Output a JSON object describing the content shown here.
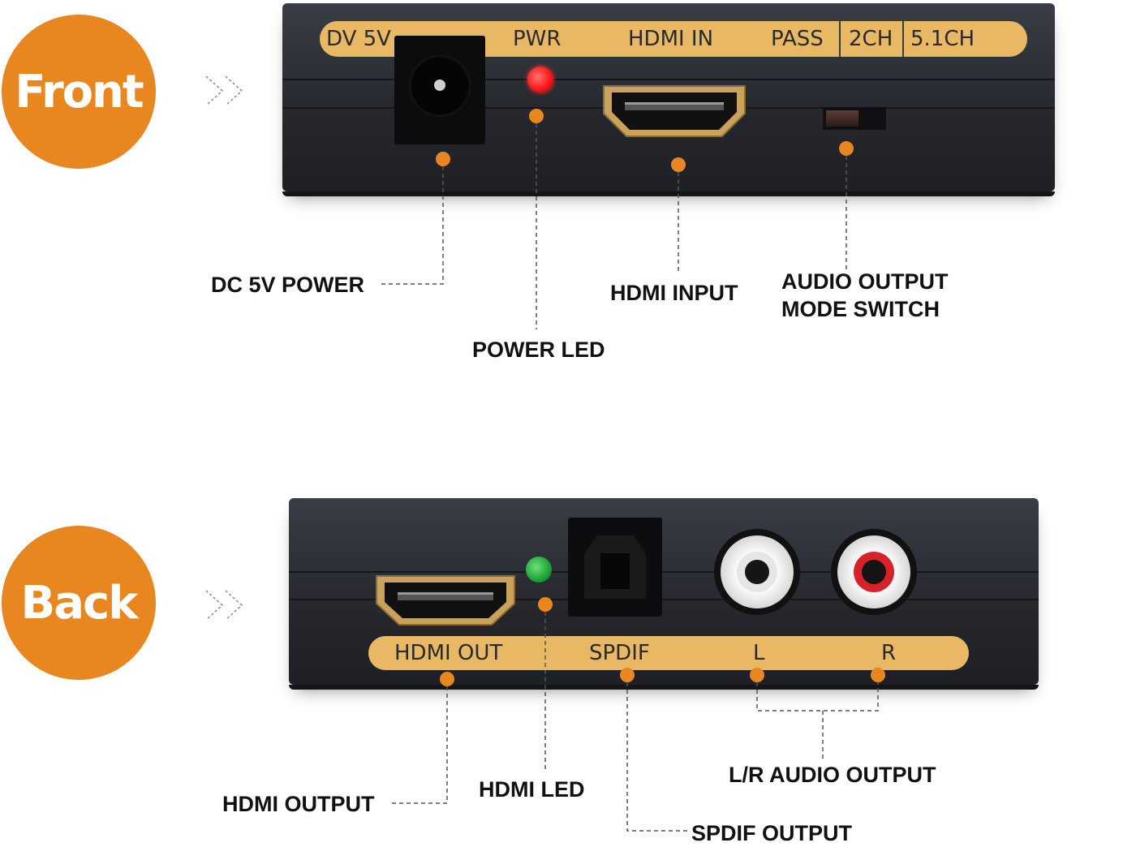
{
  "front": {
    "badge": "Front",
    "strip_labels": {
      "dc": "DV 5V",
      "pwr": "PWR",
      "hdmi_in": "HDMI IN",
      "pass": "PASS",
      "ch2": "2CH",
      "ch51": "5.1CH"
    },
    "callouts": {
      "dc_power": "DC 5V POWER",
      "power_led": "POWER LED",
      "hdmi_input": "HDMI INPUT",
      "audio_switch_line1": "AUDIO OUTPUT",
      "audio_switch_line2": "MODE SWITCH"
    }
  },
  "back": {
    "badge": "Back",
    "strip_labels": {
      "hdmi_out": "HDMI OUT",
      "spdif": "SPDIF",
      "l": "L",
      "r": "R"
    },
    "callouts": {
      "hdmi_output": "HDMI OUTPUT",
      "hdmi_led": "HDMI LED",
      "spdif_output": "SPDIF OUTPUT",
      "lr_audio": "L/R AUDIO OUTPUT"
    }
  },
  "colors": {
    "accent": "#e8861f",
    "label_strip": "#e8b865",
    "device_body": "#2a2c33",
    "power_led": "#ff1a1a",
    "hdmi_led": "#22a83a"
  },
  "icons": [
    "chevron-double-right-icon",
    "dc-jack-icon",
    "hdmi-port-icon",
    "optical-port-icon",
    "rca-jack-icon"
  ]
}
